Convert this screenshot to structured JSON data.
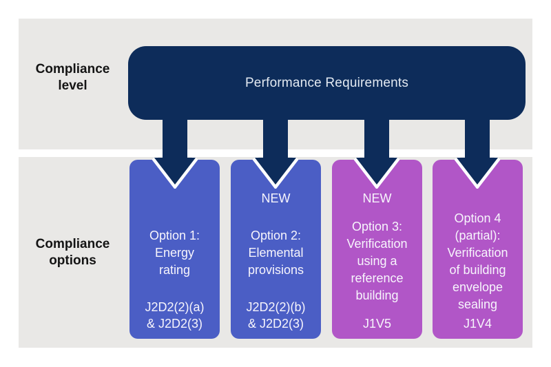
{
  "colors": {
    "page_bg": "#ffffff",
    "band_gray": "#e9e8e6",
    "navy": "#0d2c5a",
    "blue": "#4b5ec5",
    "purple": "#b156c7",
    "label_text": "#141414",
    "perf_text": "#e3eaf2",
    "box_text": "#f7f5fc"
  },
  "level": {
    "row_label": "Compliance\nlevel",
    "box_label": "Performance Requirements"
  },
  "options": {
    "row_label": "Compliance\noptions",
    "items": [
      {
        "badge": "",
        "title": "Option 1:\nEnergy\nrating",
        "codes": "J2D2(2)(a)\n& J2D2(3)",
        "theme": "blue"
      },
      {
        "badge": "NEW",
        "title": "Option 2:\nElemental\nprovisions",
        "codes": "J2D2(2)(b)\n& J2D2(3)",
        "theme": "blue"
      },
      {
        "badge": "NEW",
        "title": "Option 3:\nVerification\nusing a\nreference\nbuilding",
        "codes": "J1V5",
        "theme": "purple"
      },
      {
        "badge": "",
        "title": "Option 4\n(partial):\nVerification\nof building\nenvelope\nsealing",
        "codes": "J1V4",
        "theme": "purple"
      }
    ]
  }
}
